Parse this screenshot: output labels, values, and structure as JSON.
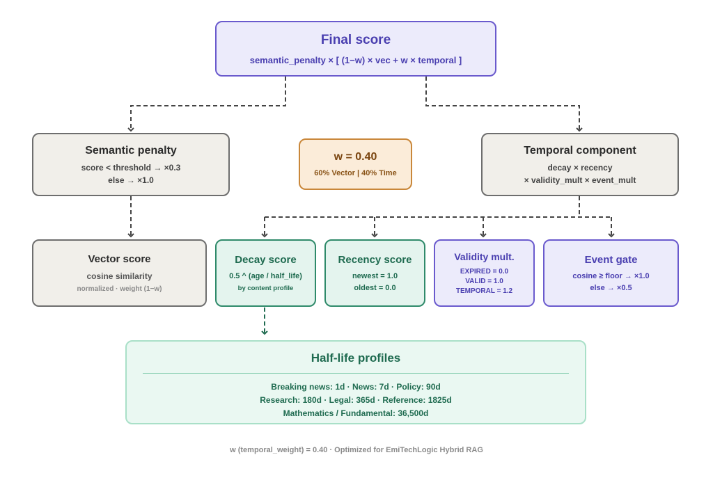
{
  "final": {
    "title": "Final score",
    "formula": "semantic_penalty × [ (1−w) × vec + w × temporal ]"
  },
  "semantic": {
    "title": "Semantic penalty",
    "line1": "score < threshold → ×0.3",
    "line2": "else → ×1.0"
  },
  "weight": {
    "title": "w = 0.40",
    "line1": "60% Vector | 40% Time"
  },
  "temporal": {
    "title": "Temporal component",
    "line1": "decay × recency",
    "line2": "× validity_mult × event_mult"
  },
  "vector": {
    "title": "Vector score",
    "line1": "cosine similarity",
    "line2": "normalized · weight (1−w)"
  },
  "decay": {
    "title": "Decay score",
    "line1": "0.5 ^ (age / half_life)",
    "line2": "by content profile"
  },
  "recency": {
    "title": "Recency score",
    "line1": "newest = 1.0",
    "line2": "oldest = 0.0"
  },
  "validity": {
    "title": "Validity mult.",
    "line1": "EXPIRED = 0.0",
    "line2": "VALID = 1.0",
    "line3": "TEMPORAL = 1.2"
  },
  "event": {
    "title": "Event gate",
    "line1": "cosine ≥ floor → ×1.0",
    "line2": "else → ×0.5"
  },
  "halflife": {
    "title": "Half-life profiles",
    "line1": "Breaking news: 1d · News: 7d · Policy: 90d",
    "line2": "Research: 180d · Legal: 365d · Reference: 1825d",
    "line3": "Mathematics / Fundamental: 36,500d"
  },
  "footer": "w (temporal_weight) = 0.40 · Optimized for EmiTechLogic Hybrid RAG",
  "colors": {
    "purple_fill": "#ecebfb",
    "purple_border": "#6a5acd",
    "purple_text": "#4a3fb0",
    "gray_fill": "#f1efea",
    "gray_border": "#6e6e6e",
    "gray_text": "#2b2b2b",
    "orange_fill": "#fbecd9",
    "orange_border": "#c9873a",
    "orange_text": "#7a4510",
    "green_fill": "#e4f4ee",
    "green_border": "#2f8a6a",
    "green_text": "#1f6b50",
    "mint_fill": "#eaf8f2",
    "mint_border": "#a9e0c8",
    "connector": "#444444",
    "footer_text": "#8a8a8a"
  }
}
